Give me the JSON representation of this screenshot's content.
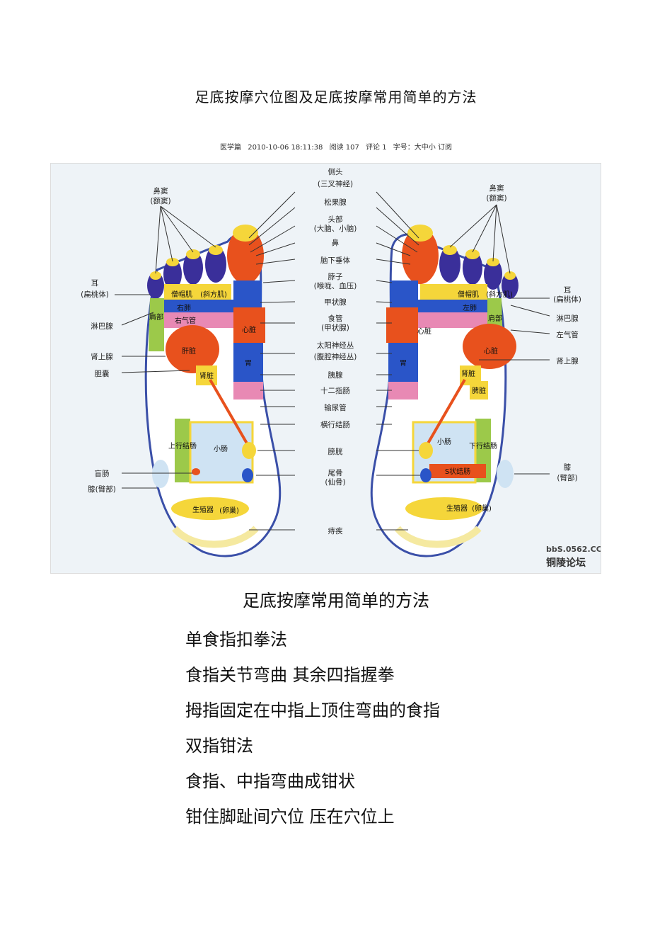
{
  "title": "足底按摩穴位图及足底按摩常用简单的方法",
  "meta": {
    "category": "医学篇",
    "datetime": "2010-10-06 18:11:38",
    "reads": "阅读 107",
    "comments": "评论 1",
    "font_size": "字号：大中小 订阅"
  },
  "figure": {
    "center_labels": [
      "侧头",
      "(三叉神经)",
      "松果腺",
      "头部",
      "(大脑、小脑)",
      "鼻",
      "脑下垂体",
      "脖子",
      "(喉咙、血压)",
      "甲状腺",
      "食管",
      "(甲状腺)",
      "太阳神经丛",
      "(腹腔神经丛)",
      "胰腺",
      "十二指肠",
      "输尿管",
      "横行结肠",
      "膀胱",
      "尾骨",
      "(仙骨)",
      "痔疾"
    ],
    "left_labels": [
      "鼻窦",
      "(额窦)",
      "耳",
      "(扁桃体)",
      "淋巴腺",
      "肾上腺",
      "胆囊",
      "盲肠",
      "膝(臂部)"
    ],
    "right_labels": [
      "鼻窦",
      "(额窦)",
      "耳",
      "(扁桃体)",
      "淋巴腺",
      "左气管",
      "肾上腺",
      "膝",
      "(臂部)"
    ],
    "left_organs": [
      "肩部",
      "僧帽肌",
      "(斜方肌)",
      "右肺",
      "右气管",
      "心脏",
      "肝脏",
      "肾脏",
      "胃",
      "上行结肠",
      "小肠",
      "生殖器",
      "(卵巢)"
    ],
    "right_organs": [
      "肩部",
      "僧帽肌",
      "(斜方肌)",
      "左肺",
      "心脏",
      "心脏",
      "肾脏",
      "胃",
      "脾脏",
      "下行结肠",
      "小肠",
      "S状结肠",
      "生殖器",
      "(卵巢)"
    ],
    "watermark_line1": "bbS.0562.CC",
    "watermark_line2": "铜陵论坛"
  },
  "section_heading": "足底按摩常用简单的方法",
  "steps": [
    "单食指扣拳法",
    "食指关节弯曲  其余四指握拳",
    "拇指固定在中指上顶住弯曲的食指",
    "双指钳法",
    "食指、中指弯曲成钳状",
    "钳住脚趾间穴位  压在穴位上"
  ],
  "colors": {
    "red": "#e8511d",
    "blue": "#2a55c8",
    "yellow": "#f5d63a",
    "green": "#9cc94a",
    "pink": "#e889b4",
    "purple": "#3a2f9a",
    "light_blue": "#cfe3f3"
  }
}
